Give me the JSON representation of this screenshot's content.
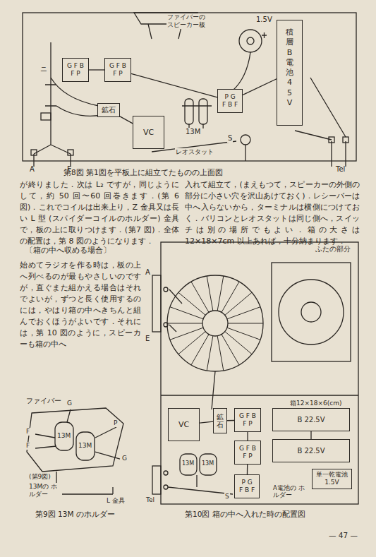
{
  "diagram": {
    "caption": "第8図 第1図を平板上に組立てたものの上面図",
    "nodes": [
      {
        "text": [
          "G F B",
          "F P"
        ]
      },
      {
        "text": [
          "G F B",
          "F P"
        ]
      },
      {
        "text": [
          "鉱石"
        ]
      },
      {
        "text": [
          "VC"
        ]
      },
      {
        "text": [
          "P G",
          "F B F"
        ]
      },
      {
        "text": [
          "積層B電池 45V"
        ]
      },
      {
        "text": [
          "VC"
        ]
      },
      {
        "text": [
          "鉱石"
        ]
      },
      {
        "text": [
          "G F B",
          "F P"
        ]
      },
      {
        "text": [
          "G F B",
          "F P"
        ]
      },
      {
        "text": [
          "B 22.5V"
        ]
      },
      {
        "text": [
          "B 22.5V"
        ]
      },
      {
        "text": [
          "P G",
          "F B F"
        ]
      },
      {
        "text": [
          "単一乾電池",
          "1.5V"
        ]
      }
    ],
    "edges": [
      {
        "from": 0,
        "to": 1,
        "arrow": "none"
      },
      {
        "from": 2,
        "to": 3,
        "arrow": "none"
      },
      {
        "from": 1,
        "to": 4,
        "arrow": "none"
      },
      {
        "from": 4,
        "to": 5,
        "arrow": "none"
      },
      {
        "from": 6,
        "to": 7,
        "arrow": "none"
      },
      {
        "from": 7,
        "to": 8,
        "arrow": "none"
      },
      {
        "from": 8,
        "to": 9,
        "arrow": "none"
      },
      {
        "from": 10,
        "to": 11,
        "arrow": "none"
      },
      {
        "from": 9,
        "to": 12,
        "arrow": "none"
      }
    ],
    "labels": [
      "ファイバーの スピーカー板",
      "1.5V",
      "ニ",
      "13M",
      "S",
      "レオスタット",
      "A",
      "E",
      "Tel",
      "が終りました．次は L₂ ですが，同じようにして，約 50 回〜60 回巻きます．(第 6 図)．これでコイルは出来上り，Z 金具又は長い L 型 (スパイダーコイルのホルダー) 金具で，板の上に取りつけます．(第7 図)．全体の配置は，第 8 図のようになります．",
      "入れて組立て，(まえもつて，スピーカーの外側の部分に小さい穴を沢山あけておく)．レシーバーは中へ入らないから，ターミナルは横側につけておく．バリコンとレオスタットは同じ側へ，スイッチは別の場所でもよい．箱の大さは 12×18×7cm 以上あれば，十分納まります．",
      "〔箱の中へ収める場合〕",
      "始めてラジオを作る時は，板の上へ列べるのが最もやさしいのですが，直ぐまた組かえる場合はそれでよいが，ずつと長く使用するのには，やはり箱の中へきちんと組んでおくほうがよいです．それには，第 10 図のように，スピーカーも箱の中へ",
      "ファイバー",
      "G",
      "F",
      "F",
      "13M",
      "13M",
      "P",
      "G",
      "(第9図)",
      "13Mの ホルダー",
      "L 金具",
      "第9図 13M のホルダー",
      "ふたの部分",
      "A",
      "E",
      "箱12×18×6(cm)",
      "13M",
      "13M",
      "S",
      "Tel",
      "A電池の ホルダー",
      "第10図 箱の中へ入れた時の配置図",
      "— 47 —"
    ]
  }
}
